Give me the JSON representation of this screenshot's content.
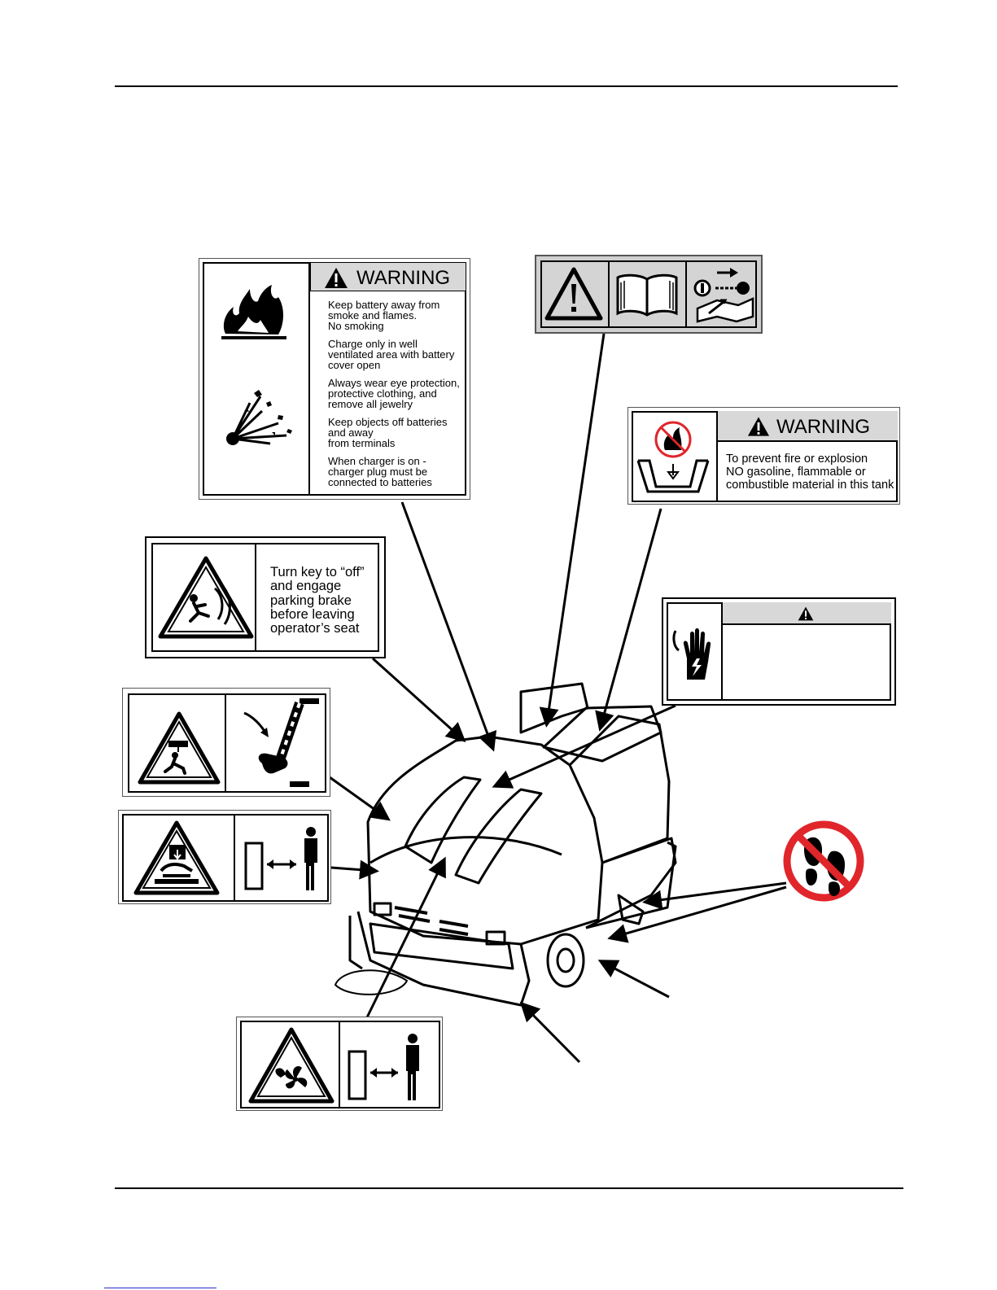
{
  "battery_label": {
    "signal_word": "WARNING",
    "items": [
      {
        "lines": [
          "Keep battery away from",
          "smoke and flames.",
          "No smoking"
        ]
      },
      {
        "lines": [
          "Charge only in well",
          "ventilated area with battery",
          "cover open"
        ]
      },
      {
        "lines": [
          "Always wear eye protection,",
          "protective clothing, and",
          "remove all jewelry"
        ]
      },
      {
        "lines": [
          "Keep objects off batteries",
          "and away",
          "from terminals"
        ]
      },
      {
        "lines": [
          "When charger is on -",
          "charger plug must be",
          "connected to batteries"
        ]
      }
    ],
    "icons": [
      "fire-icon",
      "explosion-icon"
    ]
  },
  "manual_label": {
    "icons": [
      "warning-triangle-icon",
      "operator-manual-icon",
      "remove-key-service-icon"
    ]
  },
  "tank_label": {
    "signal_word": "WARNING",
    "lines": [
      "To prevent fire or explosion",
      "NO gasoline, flammable or",
      "combustible material in this tank"
    ],
    "icons": [
      "no-flame-icon",
      "tank-icon"
    ]
  },
  "key_label": {
    "lines": [
      "Turn key to “off”",
      "and engage",
      "parking brake",
      "before leaving",
      "operator’s seat"
    ],
    "icons": [
      "tip-over-hazard-icon"
    ]
  },
  "electrical_label": {
    "icons": [
      "electric-shock-hand-icon",
      "warning-triangle-small-icon"
    ]
  },
  "crush_label": {
    "icons": [
      "falling-object-hazard-icon",
      "support-prop-icon"
    ]
  },
  "pinch_label": {
    "icons": [
      "hand-crush-hazard-icon",
      "keep-distance-icon"
    ]
  },
  "fan_label": {
    "icons": [
      "fan-hazard-icon",
      "keep-distance-icon"
    ]
  },
  "no_step_label": {
    "icons": [
      "no-step-icon"
    ]
  },
  "colors": {
    "banner_gray": "#d8d8d8",
    "panel_gray": "#cfcfcf",
    "prohibition_red": "#e0262b",
    "footer_link": "#2a2ad0"
  }
}
